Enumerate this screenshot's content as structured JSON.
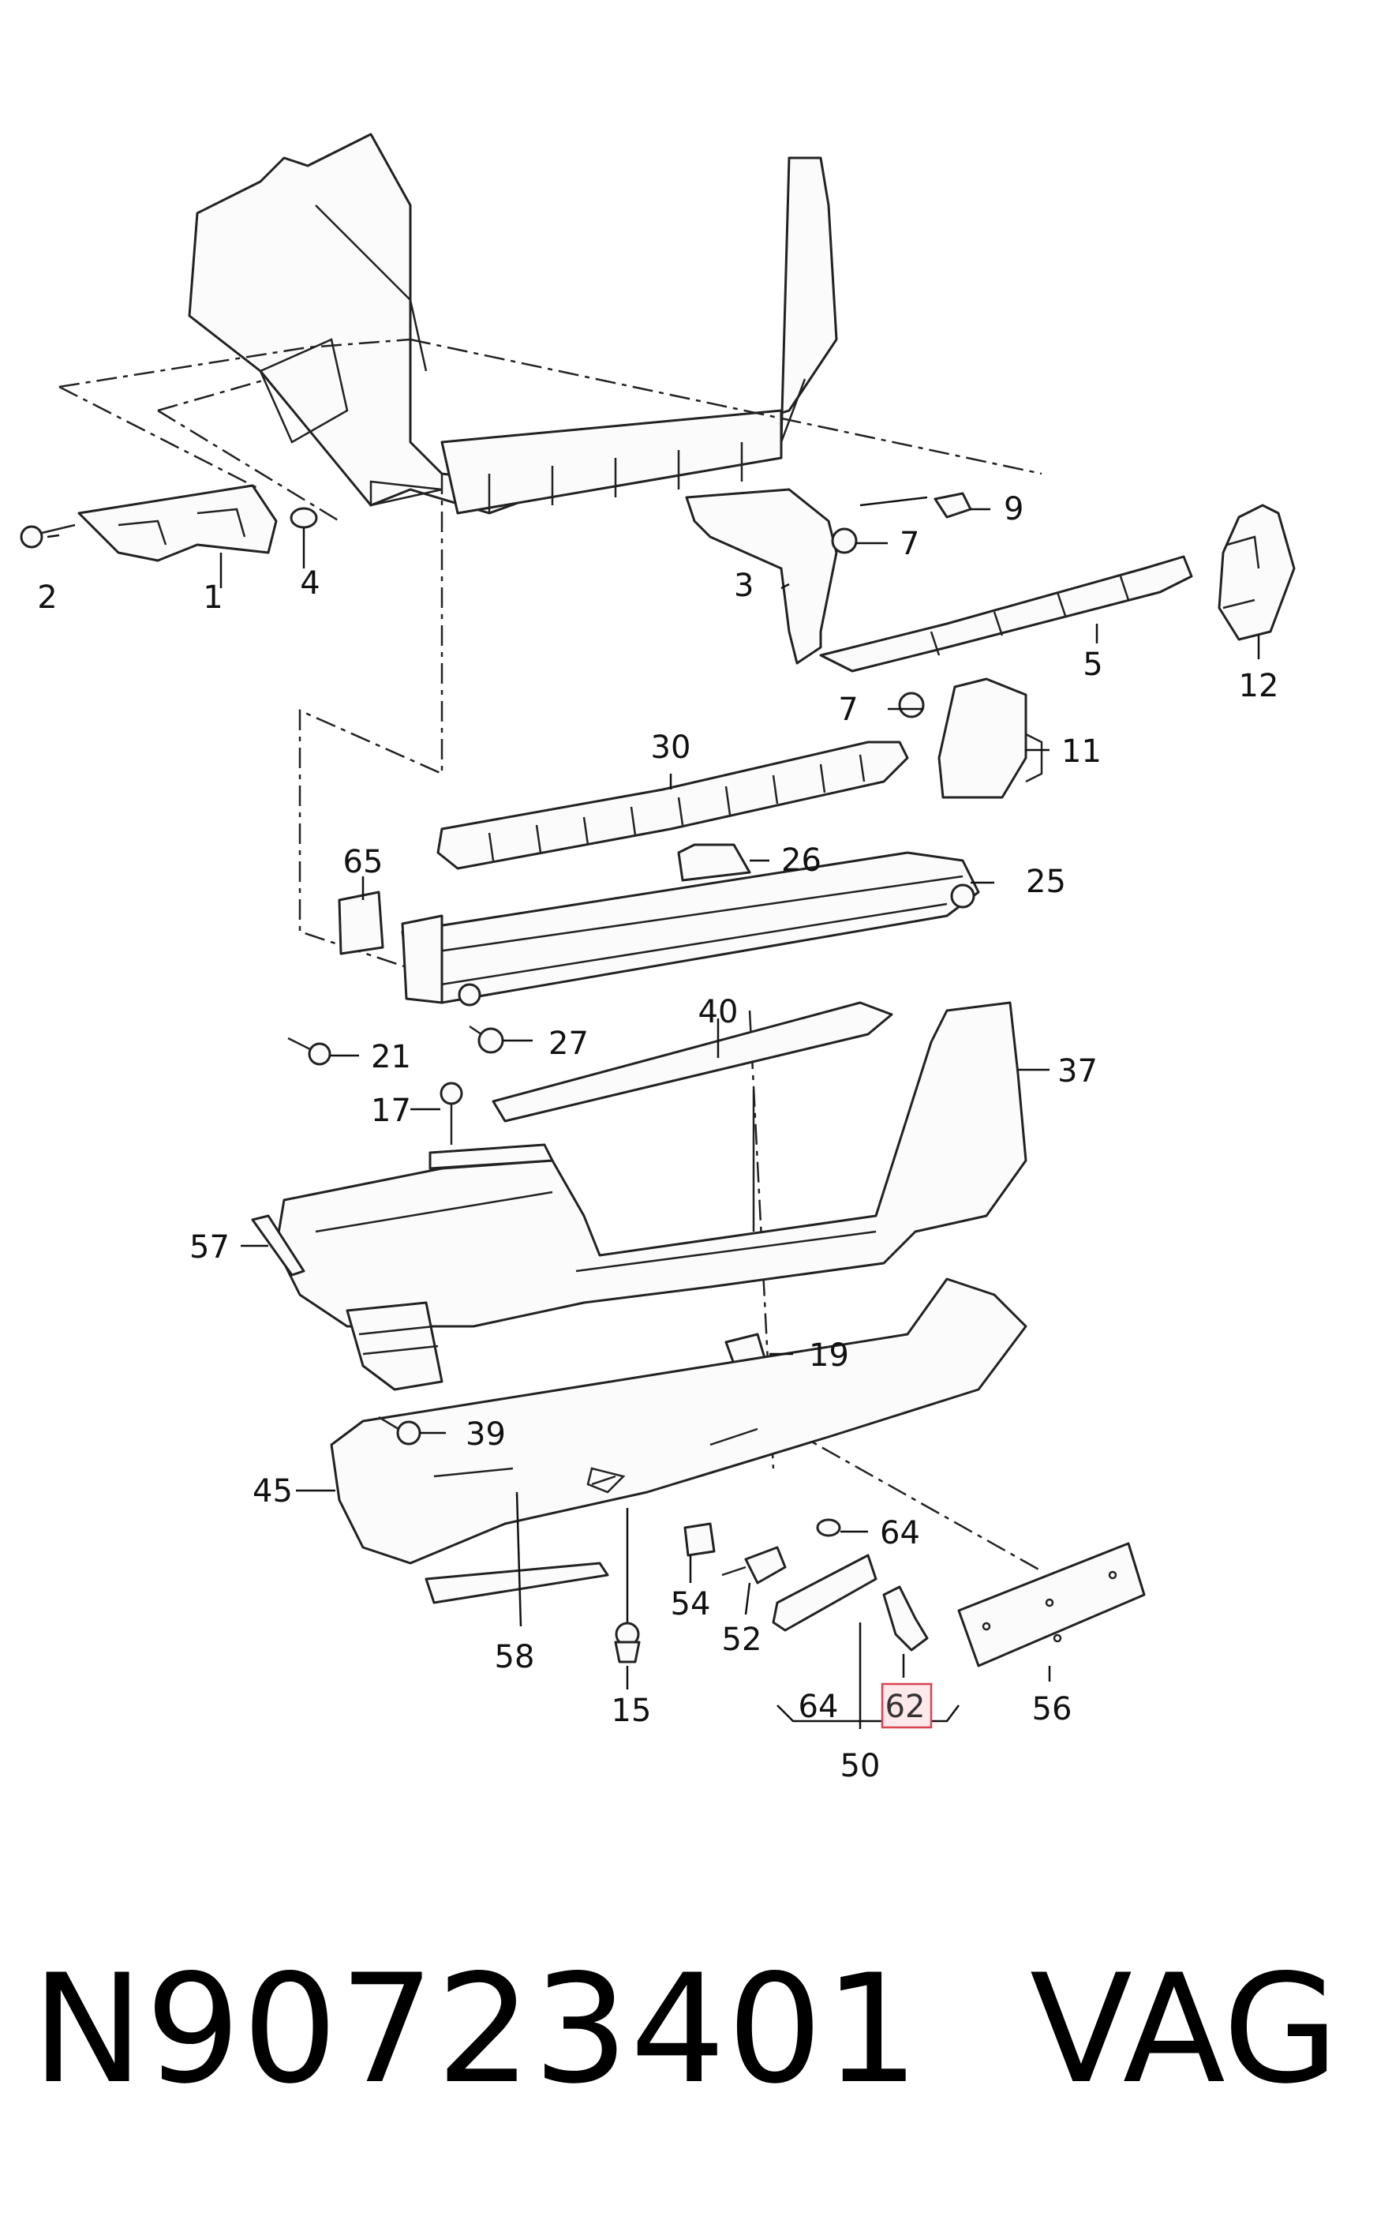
{
  "callouts": {
    "c1": "1",
    "c2": "2",
    "c3": "3",
    "c4": "4",
    "c5": "5",
    "c7a": "7",
    "c7b": "7",
    "c9": "9",
    "c11": "11",
    "c12": "12",
    "c15": "15",
    "c17": "17",
    "c19": "19",
    "c21": "21",
    "c25": "25",
    "c26": "26",
    "c27": "27",
    "c30": "30",
    "c37": "37",
    "c39": "39",
    "c40": "40",
    "c45": "45",
    "c50": "50",
    "c52": "52",
    "c54": "54",
    "c56": "56",
    "c57": "57",
    "c58": "58",
    "c62": "62",
    "c64a": "64",
    "c64b": "64",
    "c65": "65"
  },
  "footer": {
    "part_number": "N90723401",
    "brand": "VAG"
  },
  "highlight": {
    "callout": "62",
    "color": "#d9434f"
  }
}
